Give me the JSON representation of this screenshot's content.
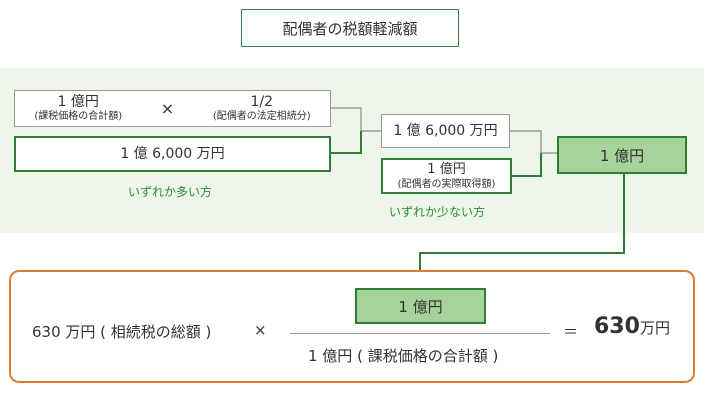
{
  "title": "配偶者の税額軽減額",
  "top_left": {
    "value1_label": "1 億円",
    "value1_sub": "(課税価格の合計額)",
    "times": "×",
    "value2_label": "1/2",
    "value2_sub": "(配偶者の法定相続分)"
  },
  "floor_box": "1 億 6,000 万円",
  "greater_note": "いずれか多い方",
  "greater_result": "1 億 6,000 万円",
  "actual_box": {
    "label": "1 億円",
    "sub": "(配偶者の実際取得額)"
  },
  "lesser_note": "いずれか少ない方",
  "lesser_result": "1 億円",
  "formula": {
    "tax": "630 万円 ( 相続税の総額 )",
    "times": "×",
    "numerator": "1 億円",
    "denominator": "1 億円 ( 課税価格の合計額 )",
    "equals": "＝",
    "result_number": "630",
    "result_unit": "万円"
  },
  "colors": {
    "green": "#2e7d32",
    "green_fill": "#a5d39a",
    "band": "#edf6e8",
    "orange": "#e07a2c"
  }
}
